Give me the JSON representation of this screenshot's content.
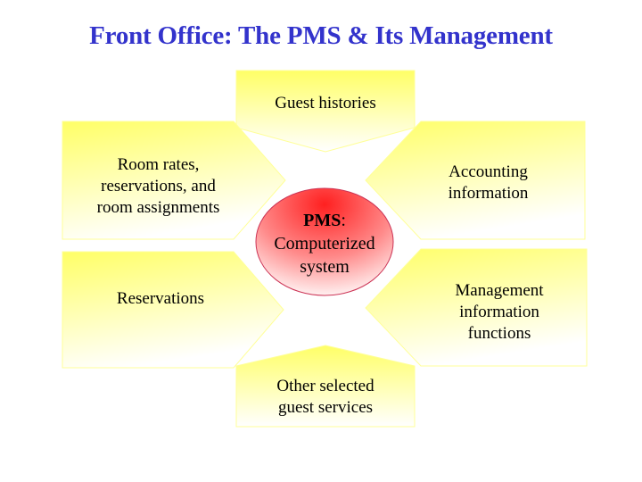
{
  "title": "Front Office: The PMS & Its Management",
  "colors": {
    "title": "#3333cc",
    "box_top": "#ffff66",
    "box_bottom": "#ffffff",
    "center_fill_top": "#ff2a2a",
    "center_fill_bottom": "#ffffff",
    "center_stroke": "#cc3355"
  },
  "center": {
    "bold": "PMS",
    "colon": ":",
    "line2": "Computerized",
    "line3": "system"
  },
  "boxes": {
    "top": {
      "label": "Guest histories"
    },
    "left_top": {
      "line1": "Room rates,",
      "line2": "reservations, and",
      "line3": "room assignments"
    },
    "right_top": {
      "line1": "Accounting",
      "line2": "information"
    },
    "left_middle": {
      "label": "Reservations"
    },
    "right_middle": {
      "line1": "Management",
      "line2": "information",
      "line3": "functions"
    },
    "bottom": {
      "line1": "Other selected",
      "line2": "guest services"
    }
  }
}
